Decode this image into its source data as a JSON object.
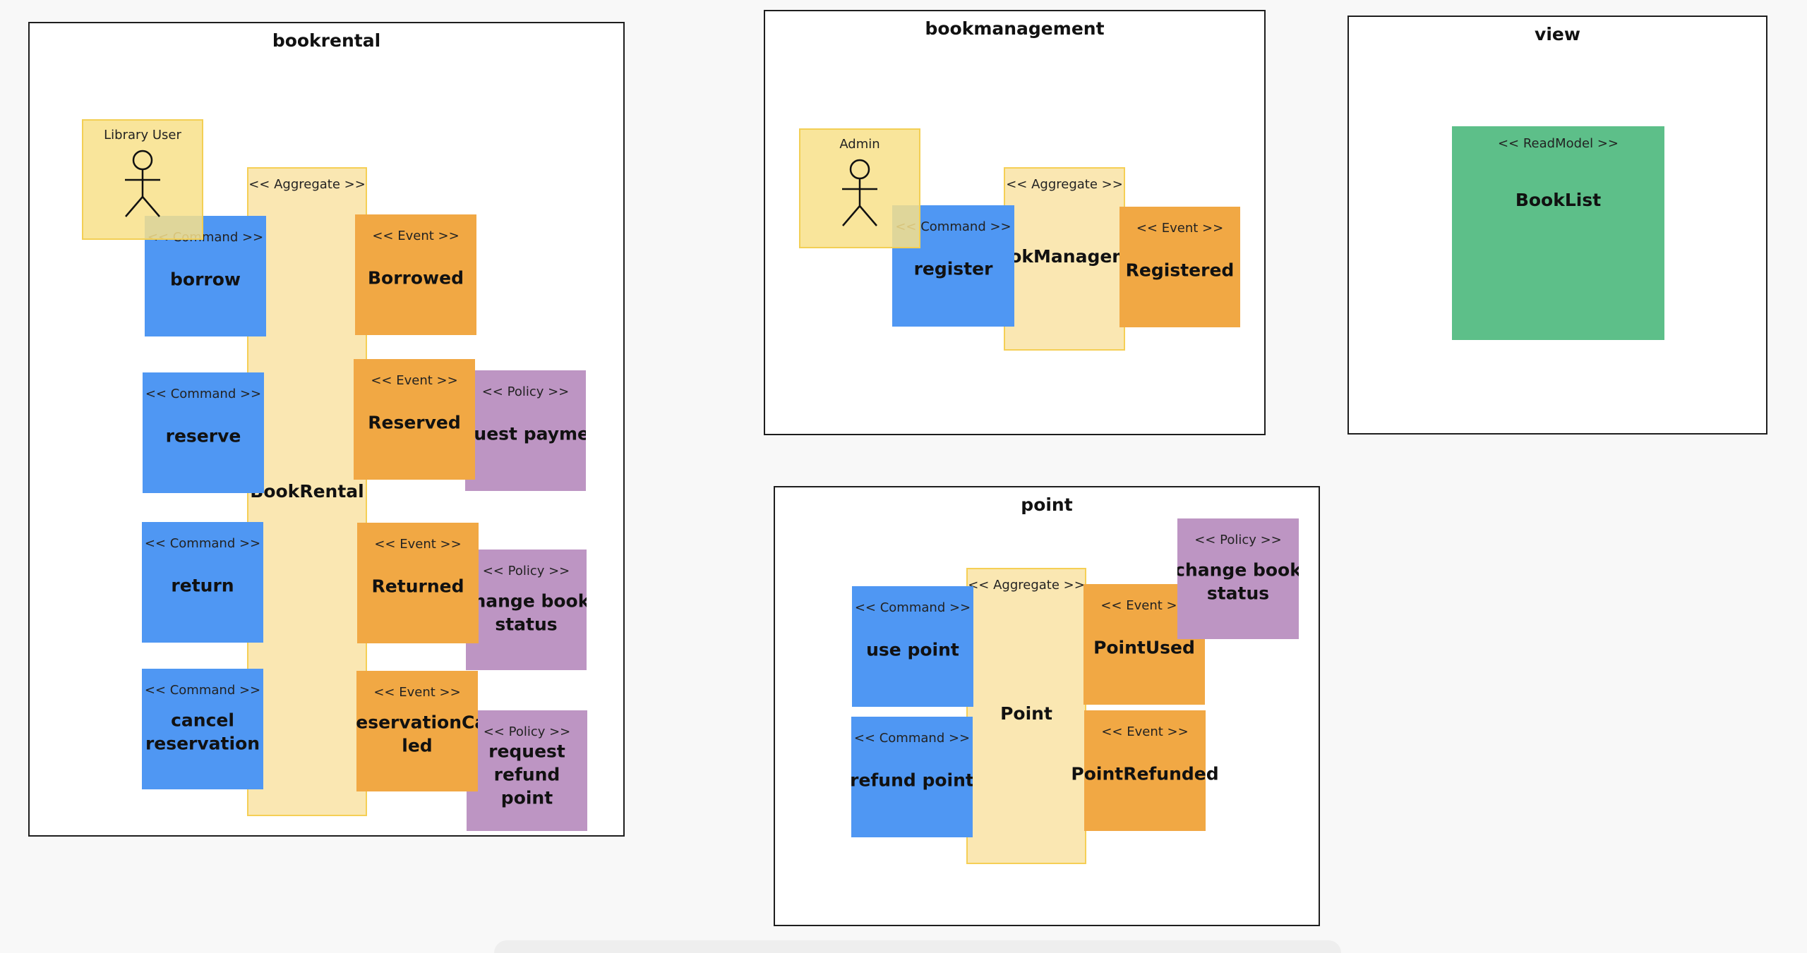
{
  "contexts": {
    "bookrental": {
      "title": "bookrental"
    },
    "bookmanagement": {
      "title": "bookmanagement"
    },
    "view": {
      "title": "view"
    },
    "point": {
      "title": "point"
    }
  },
  "stereotypes": {
    "command": "<< Command >>",
    "event": "<< Event >>",
    "policy": "<< Policy >>",
    "aggregate": "<< Aggregate >>",
    "readmodel": "<< ReadModel >>"
  },
  "actors": {
    "library_user": "Library User",
    "admin": "Admin"
  },
  "bookrental": {
    "commands": [
      "borrow",
      "reserve",
      "return",
      "cancel\nreservation"
    ],
    "aggregate": "BookRental",
    "events": [
      "Borrowed",
      "Reserved",
      "Returned",
      "ReservationCance\nled"
    ],
    "policies": [
      "request payment",
      "change book\nstatus",
      "request refund\npoint"
    ]
  },
  "bookmanagement": {
    "command": "register",
    "aggregate": "BookManagement",
    "event": "Registered"
  },
  "view": {
    "readmodel": "BookList"
  },
  "point": {
    "commands": [
      "use point",
      "refund point"
    ],
    "aggregate": "Point",
    "events": [
      "PointUsed",
      "PointRefunded"
    ],
    "policy": "change book\nstatus"
  },
  "colors": {
    "command": "#4f97f3",
    "event": "#f1a844",
    "policy": "#bd95c3",
    "aggregate": "#fae5ab",
    "readmodel": "#5dbf89",
    "actor": "#f8e189"
  }
}
